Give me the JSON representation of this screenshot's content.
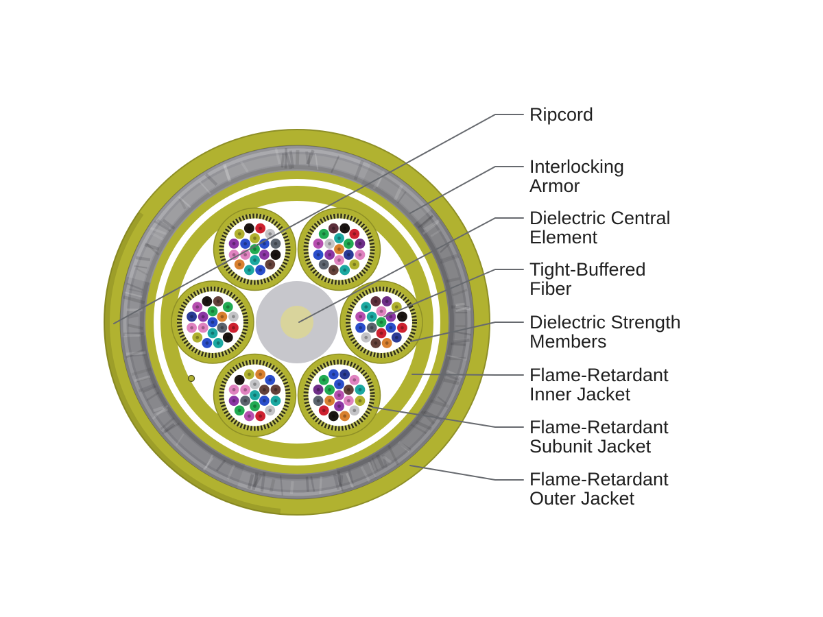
{
  "figure": {
    "title": "Armored fiber optic cable cross-section callout diagram"
  },
  "labels": [
    {
      "id": "ripcord",
      "lines": [
        "Ripcord",
        ""
      ],
      "target": [
        166,
        472
      ]
    },
    {
      "id": "interlocking-armor",
      "lines": [
        "Interlocking",
        "Armor"
      ],
      "target": [
        598,
        311
      ]
    },
    {
      "id": "dielectric-central-element",
      "lines": [
        "Dielectric Central",
        "Element"
      ],
      "target": [
        436,
        470
      ]
    },
    {
      "id": "tight-buffered-fiber",
      "lines": [
        "Tight-Buffered",
        "Fiber"
      ],
      "target": [
        560,
        462
      ]
    },
    {
      "id": "dielectric-strength-members",
      "lines": [
        "Dielectric Strength",
        "Members"
      ],
      "target": [
        599,
        498
      ]
    },
    {
      "id": "flame-retardant-inner-jacket",
      "lines": [
        "Flame-Retardant",
        "Inner Jacket"
      ],
      "target": [
        601,
        546
      ]
    },
    {
      "id": "flame-retardant-subunit-jacket",
      "lines": [
        "Flame-Retardant",
        "Subunit Jacket"
      ],
      "target": [
        543,
        594
      ]
    },
    {
      "id": "flame-retardant-outer-jacket",
      "lines": [
        "Flame-Retardant",
        "Outer Jacket"
      ],
      "target": [
        598,
        679
      ]
    }
  ],
  "colors": {
    "background": "#ffffff",
    "text": "#1f1f1f",
    "leader_line": "#66696e",
    "jacket_olive": "#b1b230",
    "jacket_olive_light": "#c2c356",
    "jacket_olive_dark": "#8e8f26",
    "armor_gray": "#85858a",
    "serration_dark": "#2e2e18",
    "central_gray": "#c7c7cc",
    "central_core_yellow": "#d9d49c",
    "fiber_center_dot": "rgba(0,0,0,0.30)"
  },
  "subunits": [
    {
      "position": "top-left",
      "fibers": [
        "#21ab52",
        "#b0b12f",
        "#2a4ecb",
        "#8c36a5",
        "#1ba8a1",
        "#e083c0",
        "#2a4ecb",
        "#ce2130",
        "#c4c4c7",
        "#5c646e",
        "#1b1512",
        "#64413a",
        "#2a4ecb",
        "#1ba8a1",
        "#d9812f",
        "#e083c0",
        "#8c36a5",
        "#b0b12f",
        "#1b1512"
      ]
    },
    {
      "position": "top-right",
      "fibers": [
        "#d9812f",
        "#1ba8a1",
        "#21ab52",
        "#2b3b97",
        "#e083c0",
        "#8c36a5",
        "#c4c4c7",
        "#1b1512",
        "#ce2130",
        "#6e2e88",
        "#e083c0",
        "#b0b12f",
        "#1ba8a1",
        "#64413a",
        "#5c646e",
        "#2a4ecb",
        "#b74fb0",
        "#21ab52",
        "#5c2f3b"
      ]
    },
    {
      "position": "right",
      "fibers": [
        "#21ab52",
        "#e083c0",
        "#8c36a5",
        "#2a4ecb",
        "#ce2130",
        "#5c646e",
        "#1ba8a1",
        "#6e2e88",
        "#b0b12f",
        "#1b1512",
        "#ce2130",
        "#2b3b97",
        "#d9812f",
        "#64413a",
        "#c4c4c7",
        "#2a4ecb",
        "#b74fb0",
        "#1ba8a1",
        "#5c2f3b"
      ]
    },
    {
      "position": "bottom-right",
      "fibers": [
        "#b74fb0",
        "#2a4ecb",
        "#64413a",
        "#e083c0",
        "#8c36a5",
        "#d9812f",
        "#21ab52",
        "#2b3b97",
        "#e083c0",
        "#1ba8a1",
        "#b0b12f",
        "#c4c4c7",
        "#d9812f",
        "#1b1512",
        "#ce2130",
        "#5c646e",
        "#6e2e88",
        "#21ab52",
        "#2a4ecb"
      ]
    },
    {
      "position": "bottom-left",
      "fibers": [
        "#1ba8a1",
        "#c4c4c7",
        "#64413a",
        "#2a4ecb",
        "#21ab52",
        "#5c646e",
        "#e083c0",
        "#d9812f",
        "#2a4ecb",
        "#64413a",
        "#1ba8a1",
        "#c4c4c7",
        "#ce2130",
        "#b74fb0",
        "#21ab52",
        "#8c36a5",
        "#e083c0",
        "#1b1512",
        "#b0b12f"
      ]
    },
    {
      "position": "left",
      "fibers": [
        "#2a4ecb",
        "#21ab52",
        "#d9812f",
        "#5c646e",
        "#1ba8a1",
        "#e083c0",
        "#8c36a5",
        "#64413a",
        "#21ab52",
        "#c4c4c7",
        "#ce2130",
        "#1b1512",
        "#1ba8a1",
        "#2a4ecb",
        "#b0b12f",
        "#e083c0",
        "#2b3b97",
        "#b74fb0",
        "#1b1512"
      ]
    }
  ]
}
